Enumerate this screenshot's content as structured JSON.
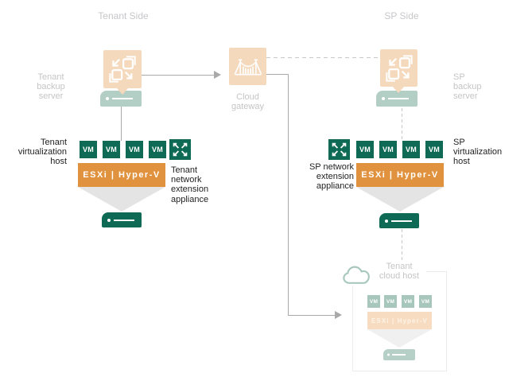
{
  "title_tenant": "Tenant Side",
  "title_sp": "SP Side",
  "tenant": {
    "backup_server_label": "Tenant\nbackup\nserver",
    "virtualization_host_label": "Tenant\nvirtualization\nhost",
    "network_appliance_label": "Tenant\nnetwork\nextension\nappliance",
    "esxi": "ESXi | Hyper-V",
    "vms": [
      "VM",
      "VM",
      "VM",
      "VM"
    ]
  },
  "cloud_gateway": {
    "label": "Cloud\ngateway"
  },
  "sp": {
    "backup_server_label": "SP\nbackup\nserver",
    "virtualization_host_label": "SP\nvirtualization\nhost",
    "network_appliance_label": "SP network\nextension\nappliance",
    "esxi": "ESXi | Hyper-V",
    "vms": [
      "VM",
      "VM",
      "VM",
      "VM"
    ]
  },
  "cloud_host": {
    "label": "Tenant\ncloud host",
    "esxi": "ESXi | Hyper-V",
    "vms": [
      "VM",
      "VM",
      "VM",
      "VM"
    ]
  },
  "colors": {
    "peach": "#f5d9bc",
    "sage": "#b3cfc5",
    "dark_green": "#0e6a54",
    "orange": "#e0923f",
    "faded_sage": "#a7c6bc",
    "faded_peach": "#f7dcc2",
    "line_gray": "#a9a9a9",
    "label_gray": "#c5c4c6",
    "label_dark": "#1f1f1f"
  }
}
